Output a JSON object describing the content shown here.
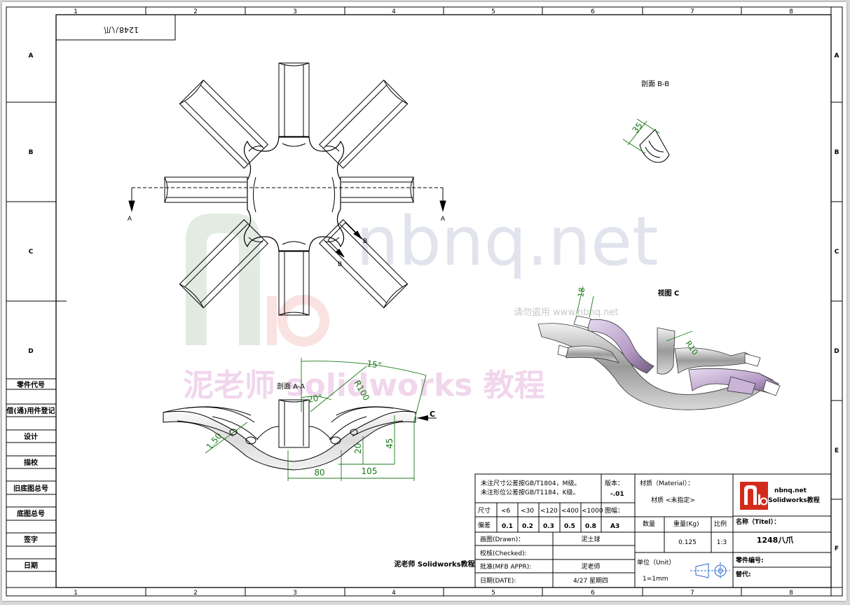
{
  "border": {
    "col_labels": [
      "1",
      "2",
      "3",
      "4",
      "5",
      "6",
      "7",
      "8"
    ],
    "row_labels": [
      "A",
      "B",
      "C",
      "D",
      "E",
      "F"
    ]
  },
  "stamp_box": {
    "text": "1248八爪"
  },
  "left_strip": [
    "零件代号",
    "借(通)用件登记",
    "设计",
    "描校",
    "旧底图总号",
    "底图总号",
    "签字",
    "日期"
  ],
  "views": {
    "section_a_marker": "A",
    "section_b_marker": "B",
    "section_bb_title": "剖面 B-B",
    "section_aa_title": "剖面 A-A",
    "view_c_title": "视图 C",
    "view_c_arrow": "C"
  },
  "dimensions": {
    "bb_35": "35",
    "aa_15deg": "15°",
    "aa_20deg": "20°",
    "aa_r100": "R100",
    "aa_150": "1.50",
    "aa_20": "20",
    "aa_45": "45",
    "aa_80": "80",
    "aa_105": "105",
    "c_18": "18",
    "c_r10": "R10"
  },
  "watermark": {
    "site": "nbnq.net",
    "line": "请勿盗用 www.nbnq.net",
    "cn": "泥老师 solidworks 教程"
  },
  "author_note": "泥老师 Solidworks教程",
  "title_block": {
    "tol_line1": "未注尺寸公差按GB/T1804，M级。",
    "tol_line2": "未注形位公差按GB/T1184，K级。",
    "version_label": "版本：",
    "version_value": "-.01",
    "size_label": "尺寸",
    "size_cols": [
      "<6",
      "<30",
      "<120",
      "<400",
      "<1000"
    ],
    "dev_label": "偏差",
    "dev_values": [
      "0.1",
      "0.2",
      "0.3",
      "0.5",
      "0.8"
    ],
    "sheet_label": "图幅：",
    "sheet_value": "A3",
    "material_label": "材质（Material）：",
    "material_value": "材质 <未指定>",
    "qty_label": "数量",
    "weight_label": "重量(Kg)",
    "scale_label": "比例",
    "weight_value": "0.125",
    "scale_value": "1:3",
    "drawn_label": "画图(Drawn)：",
    "drawn_value": "泥土球",
    "checked_label": "校核(Checked):",
    "approved_label": "批准(MFB APPR):",
    "approved_value": "泥老师",
    "date_label": "日期(DATE):",
    "date_value": "4/27  星期四",
    "unit_label": "单位（Unit）",
    "unit_value": "1=1mm",
    "logo_site": "nbnq.net",
    "logo_sub": "Solidworks教程",
    "title_label": "名称（Titel）：",
    "title_value": "1248八爪",
    "part_no_label": "零件编号:",
    "replace_label": "替代:"
  },
  "colors": {
    "dimension": "#1a7a1a",
    "logo_red": "#d42a1c",
    "shade": "#c9b4d8"
  }
}
